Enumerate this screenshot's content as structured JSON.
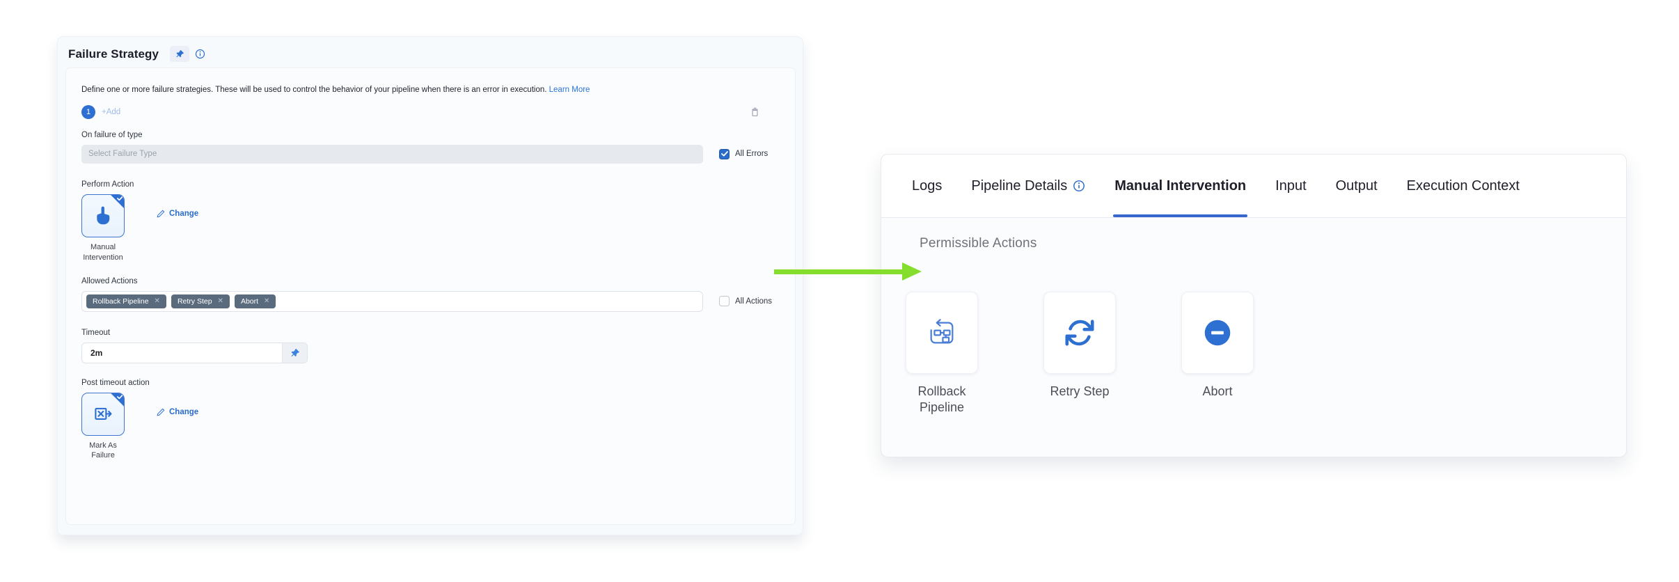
{
  "colors": {
    "accent_blue": "#2e6fd2",
    "link_blue": "#2a6ccb",
    "tab_underline": "#3766cc",
    "tag_background": "#5b6b7e",
    "arrow_green": "#85de2d"
  },
  "failure_strategy_panel": {
    "title": "Failure Strategy",
    "description": "Define one or more failure strategies. These will be used to control the behavior of your pipeline when there is an error in execution.",
    "learn_more": "Learn More",
    "strategy_index": "1",
    "add_label": "+Add",
    "on_failure_label": "On failure of type",
    "failure_type_placeholder": "Select Failure Type",
    "all_errors_label": "All Errors",
    "all_errors_checked": true,
    "perform_action_label": "Perform Action",
    "perform_action": {
      "name": "Manual Intervention",
      "change_label": "Change"
    },
    "allowed_actions_label": "Allowed Actions",
    "allowed_actions_tags": [
      "Rollback Pipeline",
      "Retry Step",
      "Abort"
    ],
    "all_actions_label": "All Actions",
    "all_actions_checked": false,
    "timeout_label": "Timeout",
    "timeout_value": "2m",
    "post_timeout_label": "Post timeout action",
    "post_timeout_action": {
      "name": "Mark As Failure",
      "change_label": "Change"
    }
  },
  "details_panel": {
    "tabs": [
      {
        "label": "Logs",
        "active": false
      },
      {
        "label": "Pipeline Details",
        "active": false,
        "has_info_icon": true
      },
      {
        "label": "Manual Intervention",
        "active": true
      },
      {
        "label": "Input",
        "active": false
      },
      {
        "label": "Output",
        "active": false
      },
      {
        "label": "Execution Context",
        "active": false
      }
    ],
    "section_title": "Permissible Actions",
    "actions": [
      {
        "label": "Rollback Pipeline",
        "icon": "rollback-pipeline-icon"
      },
      {
        "label": "Retry Step",
        "icon": "retry-step-icon"
      },
      {
        "label": "Abort",
        "icon": "abort-icon"
      }
    ]
  }
}
